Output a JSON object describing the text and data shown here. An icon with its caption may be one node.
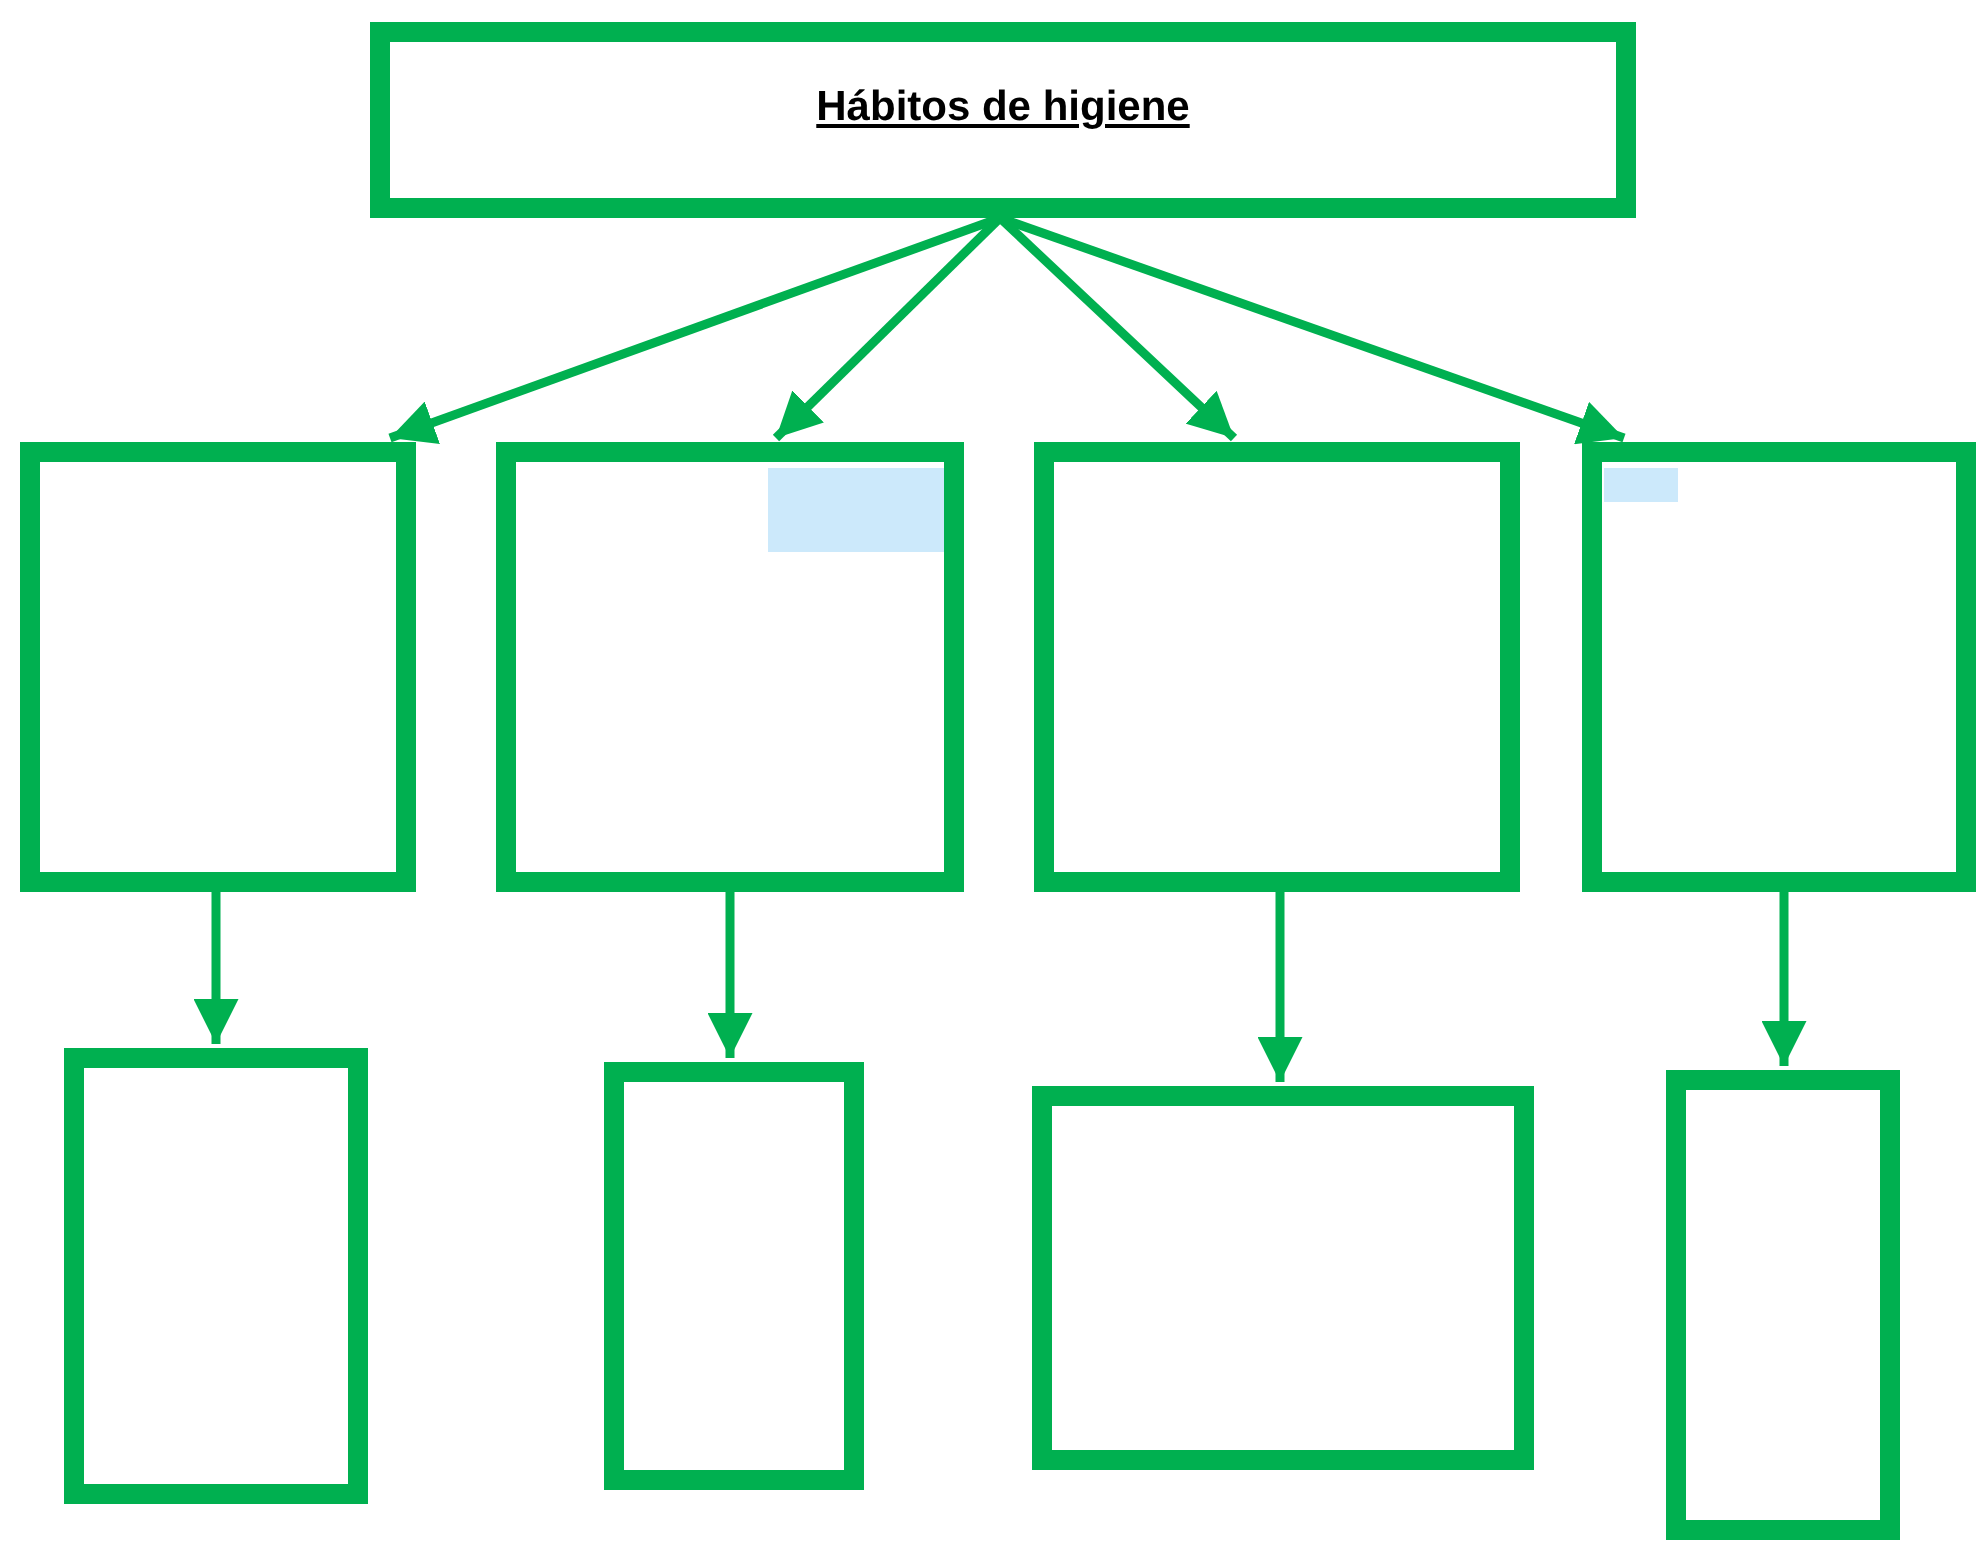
{
  "diagram": {
    "nodes": [
      {
        "text": [
          "Hábitos de higiene"
        ]
      },
      {
        "text": [],
        "shape": "box"
      },
      {
        "text": [],
        "shape": "box"
      },
      {
        "text": [],
        "shape": "box"
      },
      {
        "text": [],
        "shape": "box"
      },
      {
        "text": [],
        "shape": "box"
      },
      {
        "text": [],
        "shape": "box"
      },
      {
        "text": [],
        "shape": "box"
      },
      {
        "text": [],
        "shape": "box"
      }
    ],
    "edges": [
      {
        "from": 0,
        "to": 1,
        "arrow": "to"
      },
      {
        "from": 0,
        "to": 2,
        "arrow": "to"
      },
      {
        "from": 0,
        "to": 3,
        "arrow": "to"
      },
      {
        "from": 0,
        "to": 4,
        "arrow": "to"
      },
      {
        "from": 1,
        "to": 5,
        "arrow": "to"
      },
      {
        "from": 2,
        "to": 6,
        "arrow": "to"
      },
      {
        "from": 3,
        "to": 7,
        "arrow": "to"
      },
      {
        "from": 4,
        "to": 8,
        "arrow": "to"
      }
    ]
  }
}
